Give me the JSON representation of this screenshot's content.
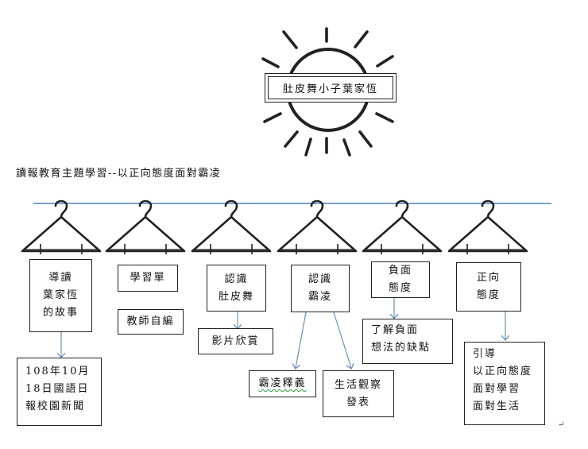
{
  "title": "肚皮舞小子葉家恆",
  "subtitle": "讀報教育主題學習--以正向態度面對霸凌",
  "colors": {
    "rail": "#4f81bd",
    "arrow": "#6a8fb5",
    "stroke": "#222222",
    "underline": "#2f9e44"
  },
  "hangers": [
    {
      "label": [
        "導讀",
        "葉家恆",
        "的故事"
      ]
    },
    {
      "label": [
        "學習單"
      ]
    },
    {
      "label": [
        "認識",
        "肚皮舞"
      ]
    },
    {
      "label": [
        "認識",
        "霸凌"
      ]
    },
    {
      "label": [
        "負面",
        "態度"
      ]
    },
    {
      "label": [
        "正向",
        "態度"
      ]
    }
  ],
  "details": [
    {
      "lines": [
        "108年10月",
        "18日國語日",
        "報校園新聞"
      ]
    },
    {
      "lines": [
        "教師自編"
      ]
    },
    {
      "lines": [
        "影片欣賞"
      ]
    },
    {
      "lines": [
        "霸凌釋義"
      ]
    },
    {
      "lines": [
        "生活觀察",
        "發表"
      ]
    },
    {
      "lines": [
        "了解負面",
        "想法的缺點"
      ]
    },
    {
      "lines": [
        "引導",
        "以正向態度",
        "面對學習",
        "面對生活"
      ]
    }
  ],
  "return_mark": "↵"
}
